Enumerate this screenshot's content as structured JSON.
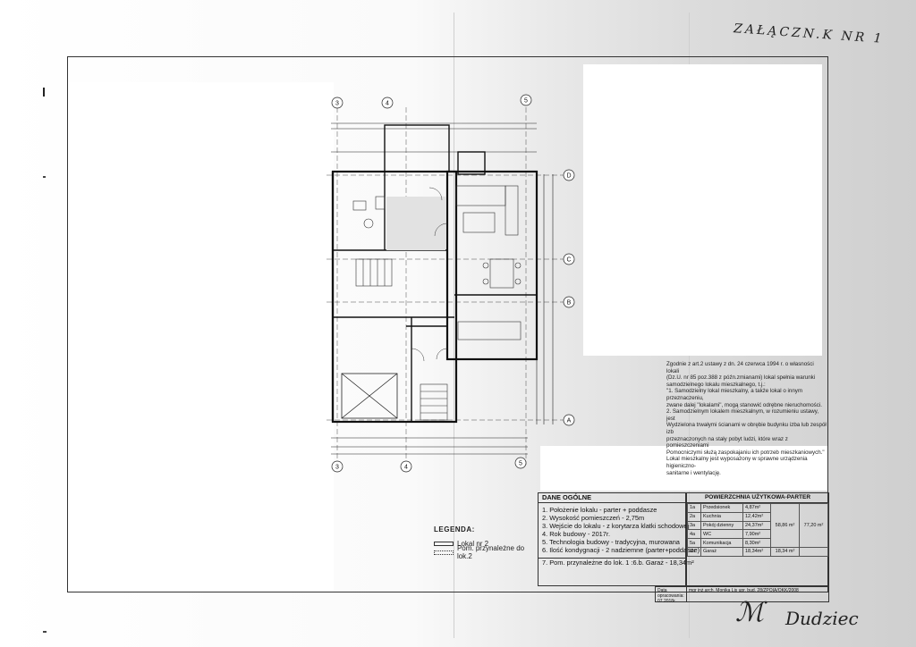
{
  "annex_label": "ZAŁĄCZN.K NR 1",
  "notes": {
    "lines": [
      "Zgodnie z art.2 ustawy z dn. 24 czerwca 1994 r. o własności lokali",
      "(Dz.U. nr 85 poz.388 z późn.zmianami) lokal spełnia warunki",
      "samodzielnego lokalu mieszkalnego, t.j.:",
      "\"1. Samodzielny lokal mieszkalny, a także lokal o innym przeznaczeniu,",
      "zwane dalej \"lokalami\", mogą stanowić odrębne nieruchomości.",
      "2. Samodzielnym lokalem mieszkalnym, w rozumieniu ustawy, jest",
      "Wydzielona trwałymi ścianami w obrębie budynku izba lub zespół izb",
      "przeznaczonych na stały pobyt ludzi, które wraz z pomieszczeniami",
      "Pomocniczymi służą zaspokajaniu ich potrzeb mieszkaniowych.\"",
      "Lokal mieszkalny jest wyposażony w sprawne urządzenia higieniczno-",
      "sanitarne i wentylację."
    ]
  },
  "legend": {
    "title": "LEGENDA:",
    "item1": "Lokal nr 2",
    "item2": "Pom. przynależne do lok.2"
  },
  "dane": {
    "title": "DANE OGÓLNE",
    "items": [
      "1. Położenie lokalu - parter + poddasze",
      "2. Wysokość pomieszczeń - 2,75m",
      "3. Wejście do lokalu - z korytarza klatki schodowej",
      "4. Rok budowy - 2017r.",
      "5. Technologia budowy - tradycyjna, murowana",
      "6. Ilość kondygnacji - 2 nadziemne (parter+poddasze)"
    ],
    "item7": "7. Pom. przynależne do lok. 1 :6.b. Garaż - 18,34m²"
  },
  "area_table": {
    "title": "POWIERZCHNIA UŻYTKOWA-PARTER",
    "rows": [
      {
        "no": "1a",
        "name": "Przedsionek",
        "area": "4,87m²"
      },
      {
        "no": "2a",
        "name": "Kuchnia",
        "area": "12,42m²"
      },
      {
        "no": "3a",
        "name": "Pokój dzienny",
        "area": "24,37m²"
      },
      {
        "no": "4a",
        "name": "WC",
        "area": "7,90m²"
      },
      {
        "no": "5a",
        "name": "Komunikacja",
        "area": "8,30m²"
      },
      {
        "no": "6a",
        "name": "Garaż",
        "area": "18,34m²"
      }
    ],
    "subtotal": "58,86 m²",
    "total": "77,20 m²",
    "garage_total": "18,34 m²"
  },
  "footer": {
    "designer": "mgr inż.arch. Monika Lis upr. bud. 28/ZPOIA/OKK/2008",
    "date_label": "Data opracowania:",
    "date_value": "07.2018r."
  },
  "signatures": {
    "left": "ℳ",
    "right": "Dudziec"
  },
  "plan_labels": {
    "axis_3": "3",
    "axis_4": "4",
    "axis_5": "5",
    "axis_A": "A",
    "axis_B": "B",
    "axis_C": "C",
    "axis_D": "D"
  }
}
